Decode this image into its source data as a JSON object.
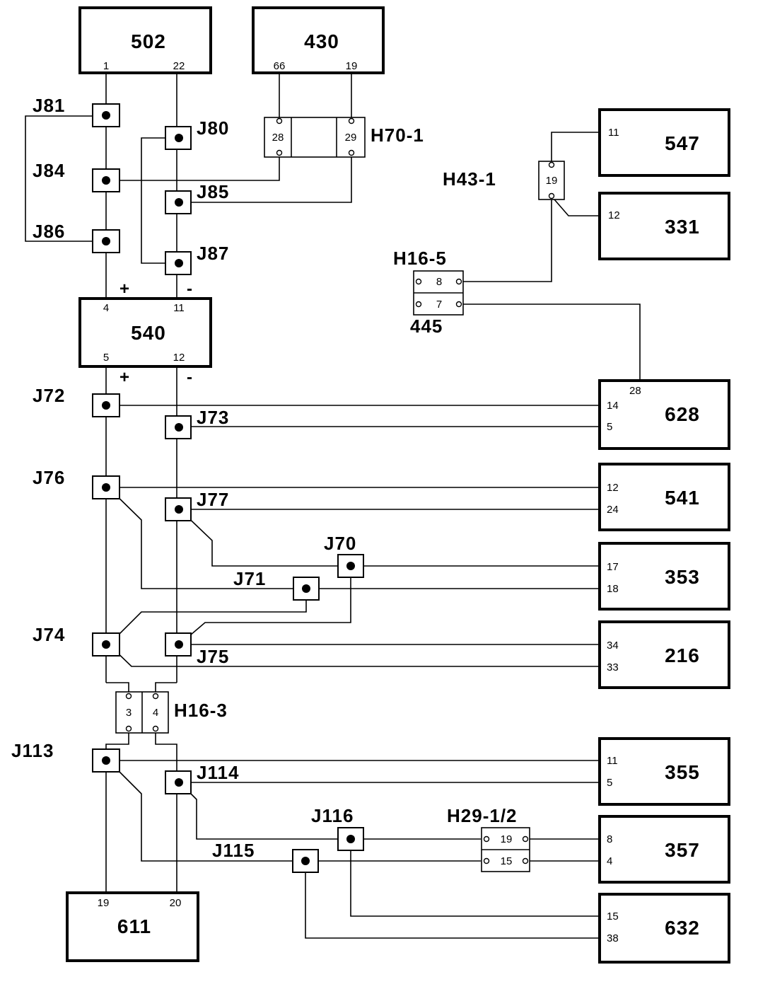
{
  "modules": {
    "m502": {
      "label": "502",
      "pin_a": "1",
      "pin_b": "22"
    },
    "m430": {
      "label": "430",
      "pin_a": "66",
      "pin_b": "19"
    },
    "m547": {
      "label": "547",
      "pin_a": "11"
    },
    "m331": {
      "label": "331",
      "pin_a": "12"
    },
    "m540": {
      "label": "540",
      "pin_a": "4",
      "pin_b": "11",
      "pin_c": "5",
      "pin_d": "12"
    },
    "m628": {
      "label": "628",
      "pin_a": "28",
      "pin_b": "14",
      "pin_c": "5"
    },
    "m541": {
      "label": "541",
      "pin_a": "12",
      "pin_b": "24"
    },
    "m353": {
      "label": "353",
      "pin_a": "17",
      "pin_b": "18"
    },
    "m216": {
      "label": "216",
      "pin_a": "34",
      "pin_b": "33"
    },
    "m355": {
      "label": "355",
      "pin_a": "11",
      "pin_b": "5"
    },
    "m357": {
      "label": "357",
      "pin_a": "8",
      "pin_b": "4"
    },
    "m632": {
      "label": "632",
      "pin_a": "15",
      "pin_b": "38"
    },
    "m611": {
      "label": "611",
      "pin_a": "19",
      "pin_b": "20"
    }
  },
  "junctions": {
    "j81": "J81",
    "j80": "J80",
    "j84": "J84",
    "j85": "J85",
    "j86": "J86",
    "j87": "J87",
    "j72": "J72",
    "j73": "J73",
    "j76": "J76",
    "j77": "J77",
    "j70": "J70",
    "j71": "J71",
    "j74": "J74",
    "j75": "J75",
    "j113": "J113",
    "j114": "J114",
    "j116": "J116",
    "j115": "J115"
  },
  "connectors": {
    "h70": {
      "label": "H70-1",
      "pin_a": "28",
      "pin_b": "29"
    },
    "h43": {
      "label": "H43-1",
      "pin_a": "19"
    },
    "h16_5": {
      "label": "H16-5",
      "pin_a": "8",
      "pin_b": "7",
      "sub": "445"
    },
    "h16_3": {
      "label": "H16-3",
      "pin_a": "3",
      "pin_b": "4"
    },
    "h29": {
      "label": "H29-1/2",
      "pin_a": "19",
      "pin_b": "15"
    }
  },
  "polarity": {
    "plus": "+",
    "minus": "-"
  }
}
